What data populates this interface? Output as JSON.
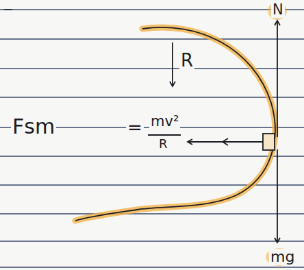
{
  "diagram": {
    "labels": [
      "Fsm",
      "=",
      "mv²",
      "R",
      "R",
      "N",
      "mg"
    ]
  }
}
